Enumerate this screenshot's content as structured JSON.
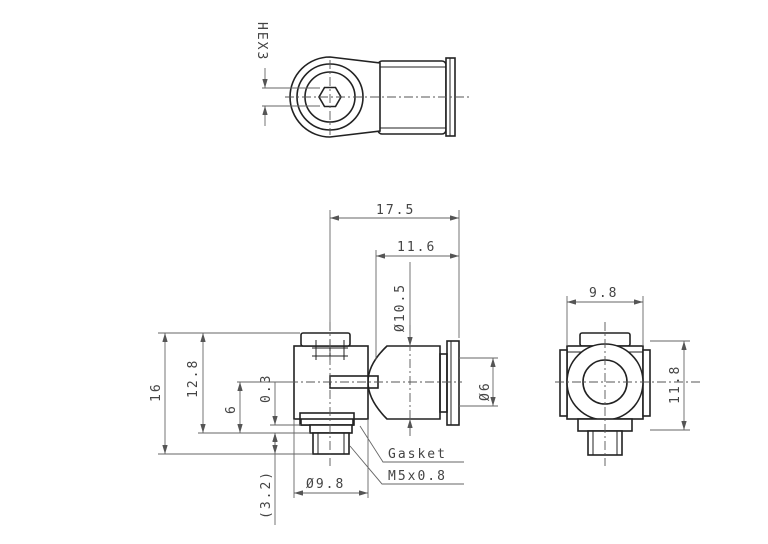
{
  "dimensions": {
    "hex": "HEX3",
    "length_total": "17.5",
    "length_body": "11.6",
    "body_diameter": "Ø10.5",
    "tube_diameter": "Ø6",
    "height_total": "16",
    "height_body": "12.8",
    "center_height": "6",
    "gasket_gap": "0.3",
    "thread_length": "(3.2)",
    "flange_diameter": "Ø9.8",
    "side_width": "9.8",
    "side_height": "11.8"
  },
  "callouts": {
    "gasket": "Gasket",
    "thread": "M5x0.8"
  }
}
